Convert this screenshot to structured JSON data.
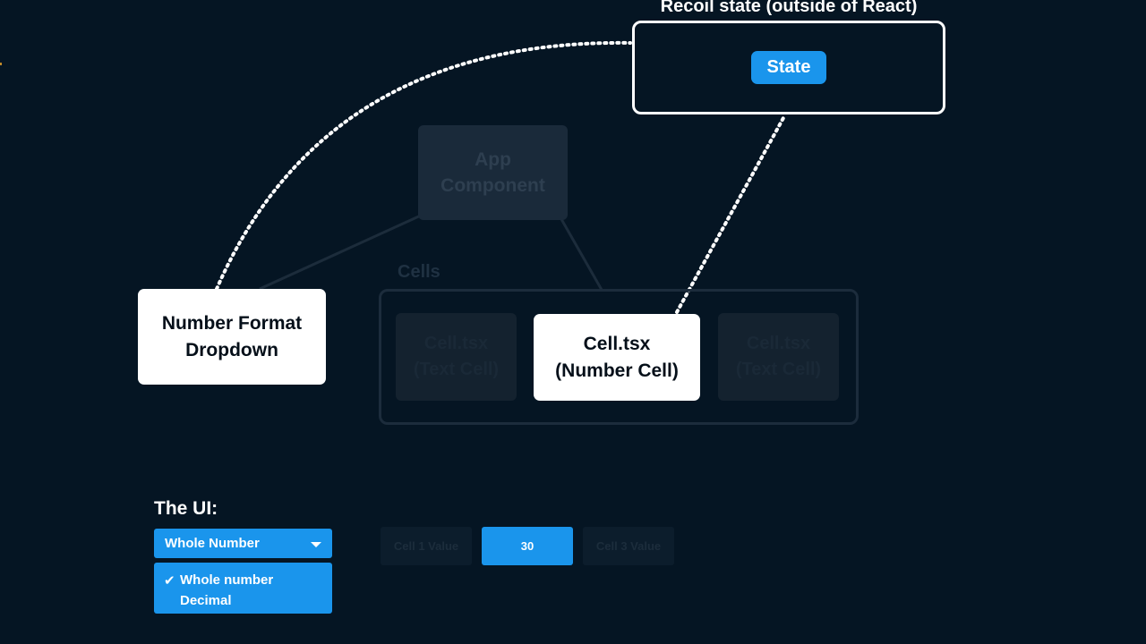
{
  "diagram": {
    "state_section": {
      "title": "Recoil state (outside of React)",
      "pill": "State"
    },
    "app_component": {
      "line1": "App",
      "line2": "Component"
    },
    "cells_group": {
      "label": "Cells",
      "cells": [
        {
          "line1": "Cell.tsx",
          "line2": "(Text Cell)"
        },
        {
          "line1": "Cell.tsx",
          "line2": "(Number Cell)"
        },
        {
          "line1": "Cell.tsx",
          "line2": "(Text Cell)"
        }
      ]
    },
    "dropdown_node": {
      "line1": "Number Format",
      "line2": "Dropdown"
    }
  },
  "ui_demo": {
    "label": "The UI:",
    "select": {
      "value": "Whole Number",
      "options": [
        {
          "label": "Whole number",
          "checked": true,
          "check_mark": "✔"
        },
        {
          "label": "Decimal",
          "checked": false
        }
      ]
    },
    "cell_inputs": [
      "Cell 1 Value",
      "30",
      "Cell 3 Value"
    ]
  },
  "colors": {
    "background": "#051523",
    "accent": "#1a95ec",
    "node_white": "#ffffff",
    "faded_node": "#1a2a3a"
  }
}
